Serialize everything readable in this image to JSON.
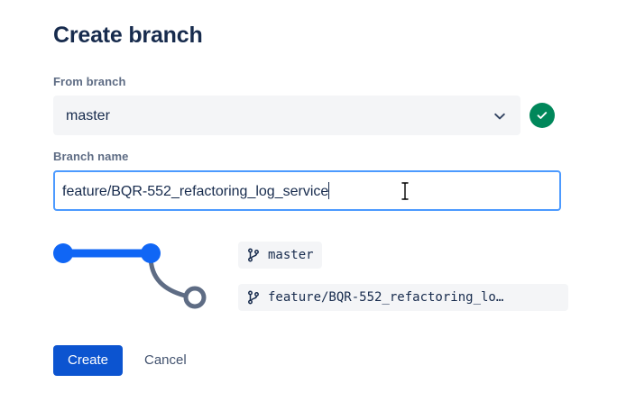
{
  "dialog": {
    "title": "Create branch"
  },
  "from_branch": {
    "label": "From branch",
    "value": "master",
    "chevron_icon": "chevron-down-icon",
    "status_icon": "check-circle-icon",
    "status_color": "#00875A"
  },
  "branch_name": {
    "label": "Branch name",
    "value": "feature/BQR-552_refactoring_log_service",
    "placeholder": "Branch name",
    "focused": true,
    "focus_border_color": "#4C9AFF"
  },
  "graph": {
    "line_color": "#1066F5",
    "branch_color": "#5E6C84",
    "nodes": [
      {
        "name": "commit-node-1",
        "filled": true
      },
      {
        "name": "commit-node-2",
        "filled": true
      },
      {
        "name": "new-branch-node",
        "filled": false
      }
    ]
  },
  "branch_pills": [
    {
      "icon": "git-branch-icon",
      "label": "master"
    },
    {
      "icon": "git-branch-icon",
      "label": "feature/BQR-552_refactoring_lo…"
    }
  ],
  "footer": {
    "create_label": "Create",
    "cancel_label": "Cancel",
    "create_color": "#0C54D0",
    "cancel_color": "#42526E"
  },
  "cursor": {
    "type": "text-ibeam"
  }
}
